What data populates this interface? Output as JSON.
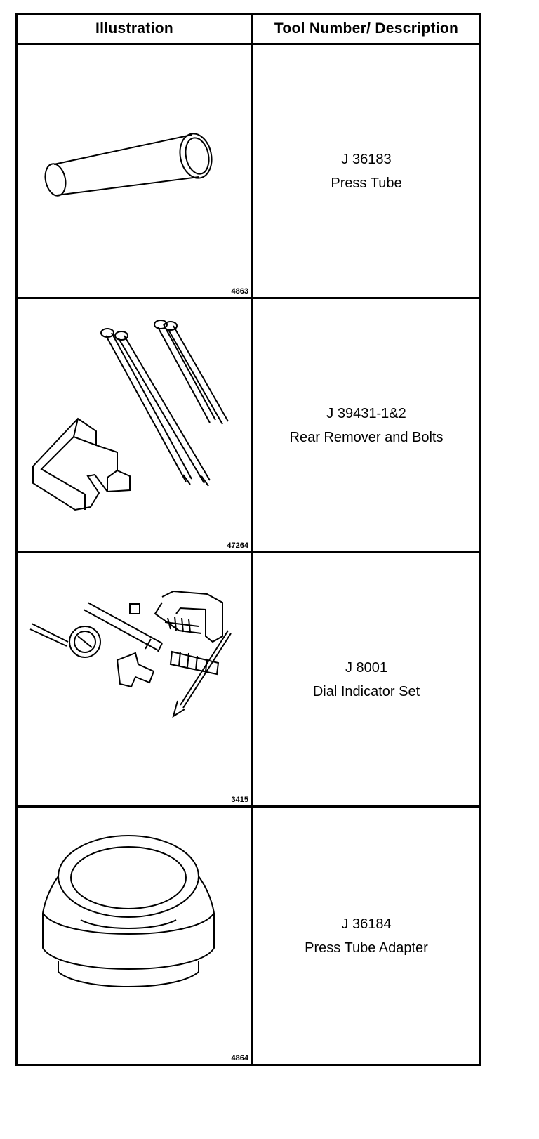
{
  "header": {
    "illustration": "Illustration",
    "tool": "Tool Number/ Description"
  },
  "rows": [
    {
      "number": "J 36183",
      "description": "Press Tube",
      "figure": "4863",
      "icon": "press-tube-icon"
    },
    {
      "number": "J 39431-1&2",
      "description": "Rear Remover and Bolts",
      "figure": "47264",
      "icon": "remover-bolts-icon"
    },
    {
      "number": "J 8001",
      "description": "Dial Indicator Set",
      "figure": "3415",
      "icon": "dial-indicator-icon"
    },
    {
      "number": "J 36184",
      "description": "Press Tube Adapter",
      "figure": "4864",
      "icon": "adapter-ring-icon"
    }
  ]
}
